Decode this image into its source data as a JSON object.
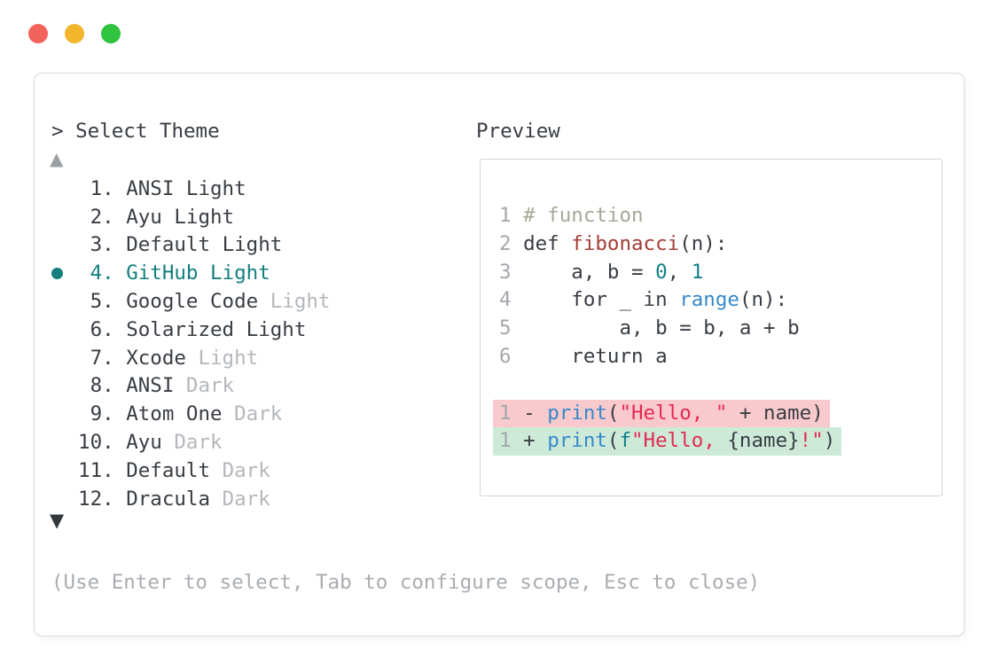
{
  "window_controls": {
    "buttons": [
      {
        "name": "close",
        "color": "#f2635c"
      },
      {
        "name": "minimize",
        "color": "#f3b52b"
      },
      {
        "name": "maximize",
        "color": "#2fc33e"
      }
    ]
  },
  "theme_picker": {
    "prompt": "> Select Theme",
    "scroll_up": "▲",
    "scroll_down": "▼",
    "items": [
      {
        "number": "1.",
        "name": "ANSI",
        "variant": "Light",
        "dim_variant": false,
        "selected": false
      },
      {
        "number": "2.",
        "name": "Ayu",
        "variant": "Light",
        "dim_variant": false,
        "selected": false
      },
      {
        "number": "3.",
        "name": "Default",
        "variant": "Light",
        "dim_variant": false,
        "selected": false
      },
      {
        "number": "4.",
        "name": "GitHub",
        "variant": "Light",
        "dim_variant": false,
        "selected": true
      },
      {
        "number": "5.",
        "name": "Google Code",
        "variant": "Light",
        "dim_variant": true,
        "selected": false
      },
      {
        "number": "6.",
        "name": "Solarized",
        "variant": "Light",
        "dim_variant": false,
        "selected": false
      },
      {
        "number": "7.",
        "name": "Xcode",
        "variant": "Light",
        "dim_variant": true,
        "selected": false
      },
      {
        "number": "8.",
        "name": "ANSI",
        "variant": "Dark",
        "dim_variant": true,
        "selected": false
      },
      {
        "number": "9.",
        "name": "Atom One",
        "variant": "Dark",
        "dim_variant": true,
        "selected": false
      },
      {
        "number": "10.",
        "name": "Ayu",
        "variant": "Dark",
        "dim_variant": true,
        "selected": false
      },
      {
        "number": "11.",
        "name": "Default",
        "variant": "Dark",
        "dim_variant": true,
        "selected": false
      },
      {
        "number": "12.",
        "name": "Dracula",
        "variant": "Dark",
        "dim_variant": true,
        "selected": false
      }
    ],
    "footer_hint": "(Use Enter to select, Tab to configure scope, Esc to close)"
  },
  "preview": {
    "title": "Preview",
    "code_lines": [
      {
        "num": "1",
        "tokens": [
          {
            "text": "# function",
            "style": "comment"
          }
        ]
      },
      {
        "num": "2",
        "tokens": [
          {
            "text": "def ",
            "style": "code"
          },
          {
            "text": "fibonacci",
            "style": "function"
          },
          {
            "text": "(n):",
            "style": "code"
          }
        ]
      },
      {
        "num": "3",
        "tokens": [
          {
            "text": "    a, b = ",
            "style": "code"
          },
          {
            "text": "0",
            "style": "number"
          },
          {
            "text": ", ",
            "style": "code"
          },
          {
            "text": "1",
            "style": "number"
          }
        ]
      },
      {
        "num": "4",
        "tokens": [
          {
            "text": "    for _ in ",
            "style": "code"
          },
          {
            "text": "range",
            "style": "builtin"
          },
          {
            "text": "(n):",
            "style": "code"
          }
        ]
      },
      {
        "num": "5",
        "tokens": [
          {
            "text": "        a, b = b, a + b",
            "style": "code"
          }
        ]
      },
      {
        "num": "6",
        "tokens": [
          {
            "text": "    return a",
            "style": "code"
          }
        ]
      }
    ],
    "diff_lines": [
      {
        "num": "1",
        "sign": "-",
        "kind": "removed",
        "tokens": [
          {
            "text": "print",
            "style": "builtin"
          },
          {
            "text": "(",
            "style": "code"
          },
          {
            "text": "\"Hello, \"",
            "style": "string"
          },
          {
            "text": " + name)",
            "style": "code"
          }
        ]
      },
      {
        "num": "1",
        "sign": "+",
        "kind": "added",
        "tokens": [
          {
            "text": "print",
            "style": "builtin"
          },
          {
            "text": "(",
            "style": "code"
          },
          {
            "text": "f",
            "style": "number"
          },
          {
            "text": "\"Hello, ",
            "style": "string"
          },
          {
            "text": "{name}",
            "style": "code"
          },
          {
            "text": "!\"",
            "style": "string"
          },
          {
            "text": ")",
            "style": "code"
          }
        ]
      }
    ]
  },
  "palette": {
    "text_main": "#383d43",
    "text_dim": "#b4b7bb",
    "selected_teal": "#147e7e",
    "comment": "#a5a896",
    "function": "#a43d38",
    "number": "#12808a",
    "builtin": "#3789c9",
    "string": "#e42a52",
    "removed_bg": "#f8cacd",
    "added_bg": "#cde9d8"
  }
}
